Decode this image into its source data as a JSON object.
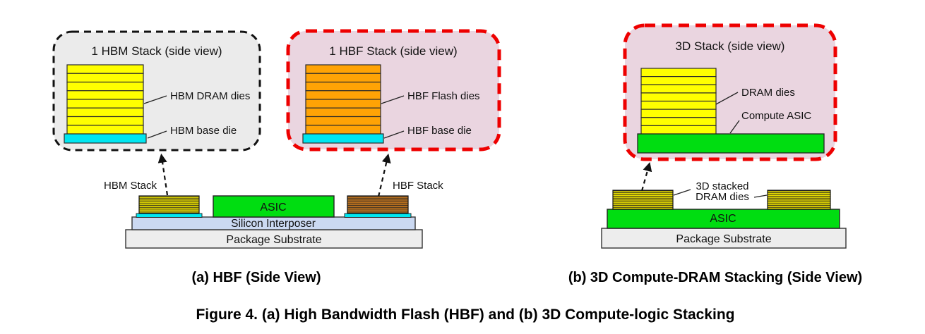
{
  "figure": {
    "panel_a_caption": "(a) HBF (Side View)",
    "panel_b_caption": "(b) 3D Compute-DRAM Stacking (Side View)",
    "main_caption": "Figure 4. (a) High Bandwidth Flash (HBF) and (b) 3D Compute-logic Stacking"
  },
  "panel_a": {
    "hbm_callout": {
      "title": "1 HBM Stack (side view)",
      "dies_label": "HBM DRAM dies",
      "base_label": "HBM base die"
    },
    "hbf_callout": {
      "title": "1 HBF Stack (side view)",
      "dies_label": "HBF Flash dies",
      "base_label": "HBF base die"
    },
    "board": {
      "hbm_stack_label": "HBM Stack",
      "hbf_stack_label": "HBF Stack",
      "asic_label": "ASIC",
      "interposer_label": "Silicon Interposer",
      "substrate_label": "Package Substrate"
    }
  },
  "panel_b": {
    "callout": {
      "title": "3D Stack (side view)",
      "dies_label": "DRAM dies",
      "asic_label": "Compute ASIC"
    },
    "board": {
      "stacks_label_line1": "3D stacked",
      "stacks_label_line2": "DRAM dies",
      "asic_label": "ASIC",
      "substrate_label": "Package Substrate"
    }
  },
  "colors": {
    "dram_die_yellow": "#FFFF00",
    "flash_die_orange": "#FFA305",
    "base_die_cyan": "#00E6F0",
    "asic_green": "#00DD11",
    "interposer_blue": "#CBD9F2",
    "substrate_gray": "#EDEDED",
    "callout_pink": "#EAD5E0",
    "callout_gray": "#EBEBEB",
    "highlight_red": "#EE0000",
    "mini_dram_yellow": "#E9DD00",
    "mini_flash_brown": "#C8781E"
  }
}
